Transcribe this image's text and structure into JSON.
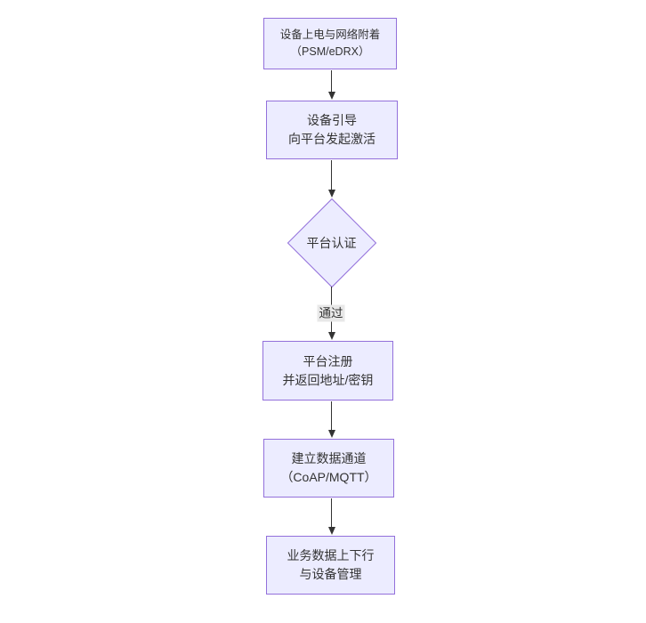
{
  "diagram": {
    "type": "flowchart",
    "direction": "top-down",
    "nodes": [
      {
        "id": "A",
        "shape": "rect",
        "lines": [
          "设备上电与网络附着",
          "（PSM/eDRX）"
        ]
      },
      {
        "id": "B",
        "shape": "rect",
        "lines": [
          "设备引导",
          "向平台发起激活"
        ]
      },
      {
        "id": "C",
        "shape": "diamond",
        "lines": [
          "平台认证"
        ]
      },
      {
        "id": "D",
        "shape": "rect",
        "lines": [
          "平台注册",
          "并返回地址/密钥"
        ]
      },
      {
        "id": "E",
        "shape": "rect",
        "lines": [
          "建立数据通道",
          "（CoAP/MQTT）"
        ]
      },
      {
        "id": "F",
        "shape": "rect",
        "lines": [
          "业务数据上下行",
          "与设备管理"
        ]
      }
    ],
    "edges": [
      {
        "from": "A",
        "to": "B",
        "label": ""
      },
      {
        "from": "B",
        "to": "C",
        "label": ""
      },
      {
        "from": "C",
        "to": "D",
        "label": "通过"
      },
      {
        "from": "D",
        "to": "E",
        "label": ""
      },
      {
        "from": "E",
        "to": "F",
        "label": ""
      }
    ],
    "colors": {
      "node_fill": "#ECECFF",
      "node_border": "#9370DB",
      "text": "#333333",
      "edge_line": "#333333",
      "edge_label_bg": "#E8E8E8",
      "canvas_bg": "#FFFFFF"
    }
  }
}
